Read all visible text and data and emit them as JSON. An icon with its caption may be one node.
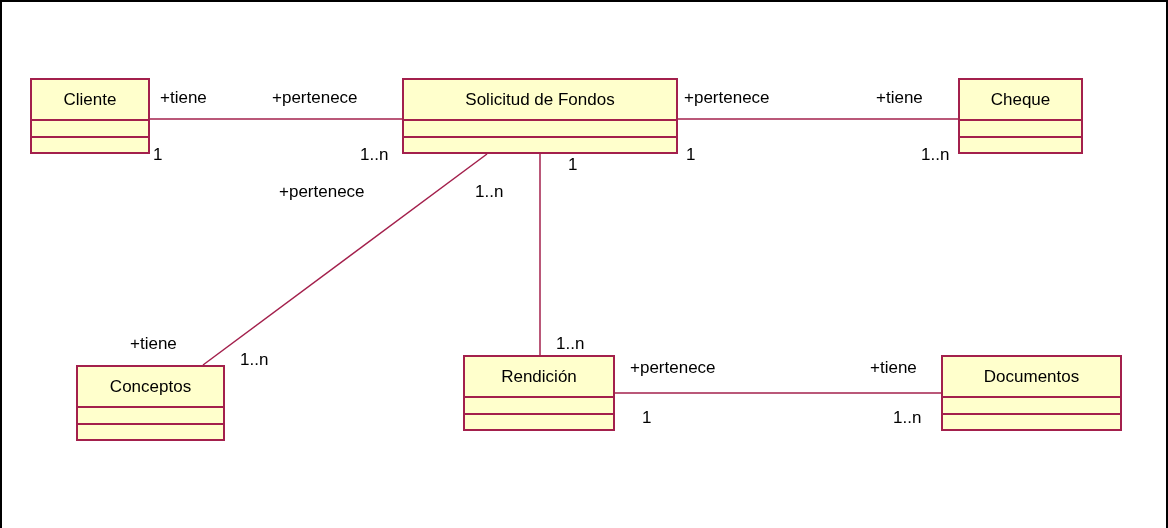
{
  "diagram": {
    "nodes": [
      {
        "text": [
          "Cliente"
        ]
      },
      {
        "text": [
          "Solicitud de Fondos"
        ]
      },
      {
        "text": [
          "Cheque"
        ]
      },
      {
        "text": [
          "Conceptos"
        ]
      },
      {
        "text": [
          "Rendición"
        ]
      },
      {
        "text": [
          "Documentos"
        ]
      }
    ],
    "edges": [
      {
        "from": 0,
        "to": 1,
        "arrow": "none"
      },
      {
        "from": 1,
        "to": 2,
        "arrow": "none"
      },
      {
        "from": 1,
        "to": 3,
        "arrow": "none"
      },
      {
        "from": 1,
        "to": 4,
        "arrow": "none"
      },
      {
        "from": 4,
        "to": 5,
        "arrow": "none"
      }
    ],
    "labels": [
      "+tiene",
      "+pertenece",
      "+pertenece",
      "+tiene",
      "1",
      "1..n",
      "1",
      "1",
      "1..n",
      "+pertenece",
      "1..n",
      "+tiene",
      "1..n",
      "1..n",
      "+pertenece",
      "+tiene",
      "1",
      "1..n"
    ]
  }
}
